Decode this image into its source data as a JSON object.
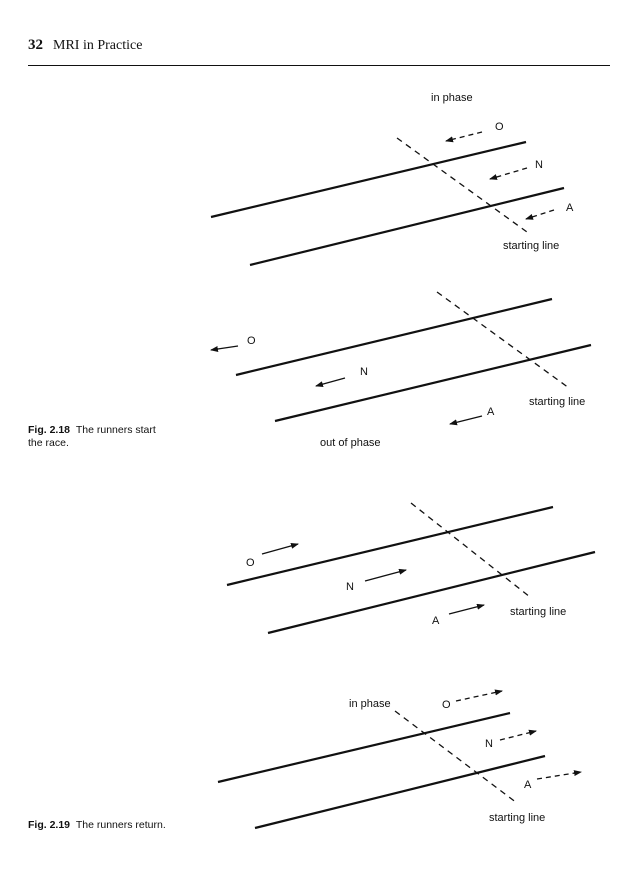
{
  "header": {
    "page_number": "32",
    "running_title": "MRI in Practice"
  },
  "figures": [
    {
      "number": "Fig. 2.18",
      "caption_line1": "The runners start",
      "caption_line2": "the race."
    },
    {
      "number": "Fig. 2.19",
      "caption": "The runners return."
    }
  ],
  "diagram_labels": {
    "in_phase": "in phase",
    "out_of_phase": "out of phase",
    "starting_line": "starting line",
    "runner_o": "O",
    "runner_n": "N",
    "runner_a": "A"
  }
}
